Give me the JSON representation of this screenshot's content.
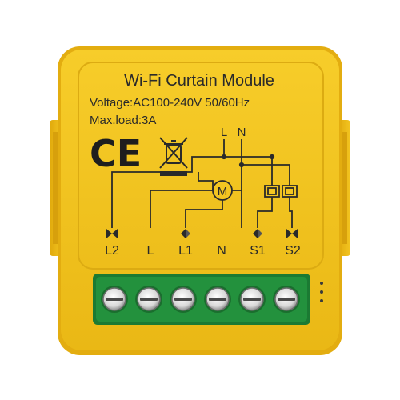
{
  "product": {
    "title": "Wi-Fi Curtain Module",
    "voltage": "Voltage:AC100-240V 50/60Hz",
    "max_load": "Max.load:3A",
    "ce_mark": "CE",
    "motor_symbol": "M",
    "terminals": [
      "L2",
      "L",
      "L1",
      "N",
      "S1",
      "S2"
    ],
    "supply_labels": [
      "L",
      "N"
    ],
    "icons": [
      "ce-mark-icon",
      "weee-crossed-bin-icon",
      "motor-icon",
      "switch-icon"
    ],
    "colors": {
      "body": "#f2c21b",
      "body_edge": "#d9a50d",
      "terminal_block": "#1f8a3a",
      "ink": "#2a2a2a"
    }
  }
}
